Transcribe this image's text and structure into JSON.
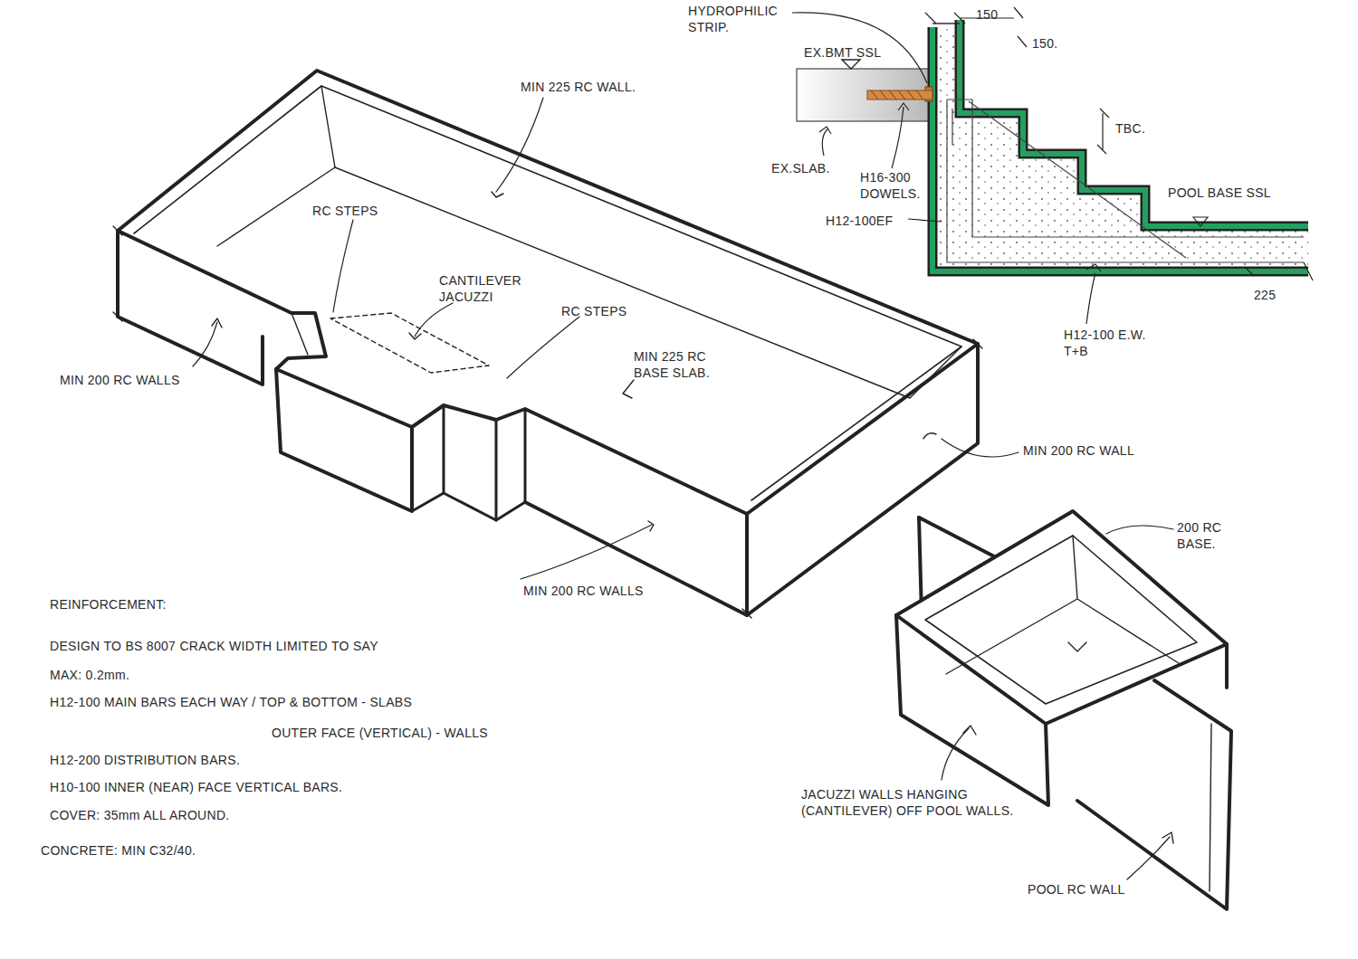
{
  "diagram": {
    "labels": [
      "HYDROPHILIC STRIP.",
      "150",
      "150.",
      "EX.BMT SSL",
      "EX.SLAB.",
      "H16-300 DOWELS.",
      "H12-100EF",
      "TBC.",
      "POOL BASE SSL",
      "225",
      "H12-100 E.W. T+B",
      "MIN 225 RC WALL.",
      "RC STEPS",
      "CANTILEVER JACUZZI",
      "RC STEPS",
      "MIN 225 RC BASE SLAB.",
      "MIN 200 RC WALLS",
      "MIN 200 RC WALL",
      "MIN 200 RC WALLS",
      "200 RC BASE.",
      "JACUZZI WALLS HANGING (CANTILEVER) OFF POOL WALLS.",
      "POOL RC WALL",
      "REINFORCEMENT:",
      "DESIGN TO BS 8007 CRACK WIDTH LIMITED TO SAY MAX: 0.2mm.",
      "H12-100 MAIN BARS EACH WAY / TOP & BOTTOM - SLABS",
      "OUTER FACE (VERTICAL) - WALLS",
      "H12-200 DISTRIBUTION BARS.",
      "H10-100 INNER (NEAR) FACE VERTICAL BARS.",
      "COVER: 35mm ALL AROUND.",
      "CONCRETE: MIN C32/40."
    ]
  }
}
